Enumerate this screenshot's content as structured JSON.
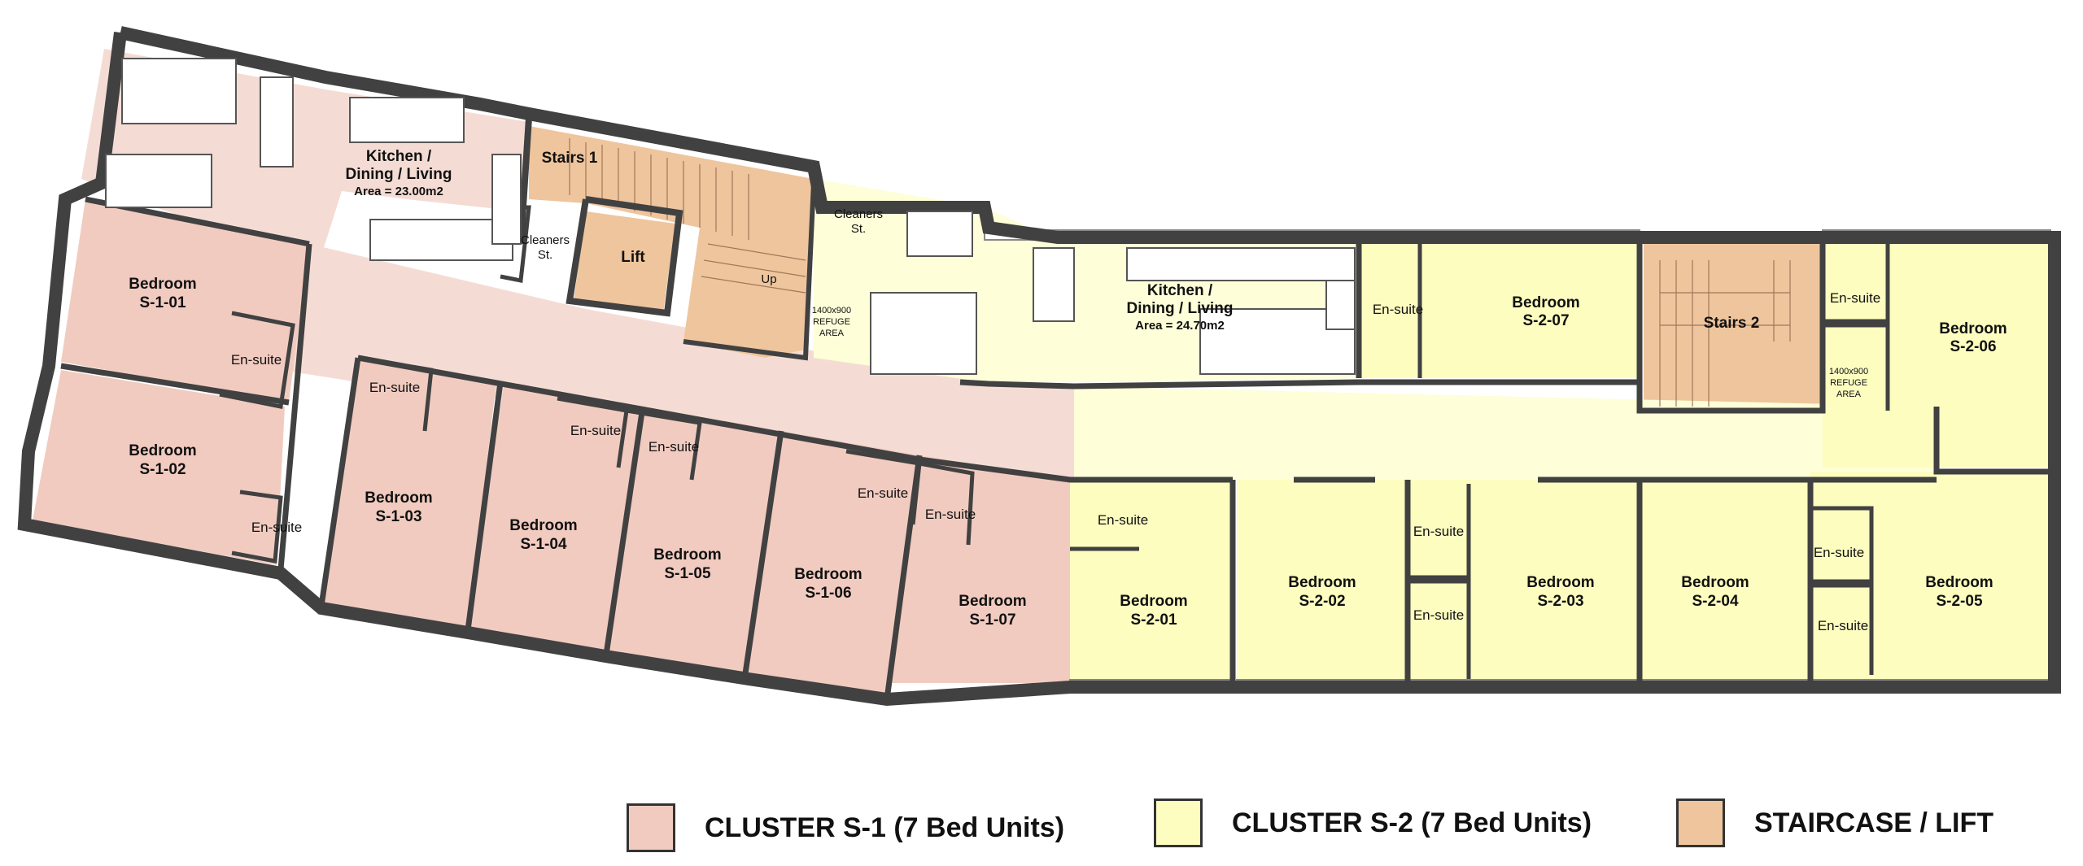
{
  "colors": {
    "cluster_s1": "#f1cbc0",
    "cluster_s2": "#fdfdc0",
    "staircase": "#efc59d",
    "wall": "#414141",
    "corridor_s1": "#f4dcd5",
    "corridor_s2": "#fefed8"
  },
  "rooms": {
    "kitchen_s1": {
      "name": "Kitchen /",
      "name2": "Dining / Living",
      "area": "Area = 23.00m2"
    },
    "stairs1": "Stairs 1",
    "lift": "Lift",
    "up": "Up",
    "cleaners_s1": {
      "l1": "Cleaners",
      "l2": "St."
    },
    "refuge1": {
      "l1": "1400x900",
      "l2": "REFUGE",
      "l3": "AREA"
    },
    "cleaners_s2": {
      "l1": "Cleaners",
      "l2": "St."
    },
    "kitchen_s2": {
      "name": "Kitchen /",
      "name2": "Dining / Living",
      "area": "Area = 24.70m2"
    },
    "stairs2": "Stairs 2",
    "refuge2": {
      "l1": "1400x900",
      "l2": "REFUGE",
      "l3": "AREA"
    },
    "bedroom_word": "Bedroom",
    "ensuite_word": "En-suite",
    "s1_01": "S-1-01",
    "s1_02": "S-1-02",
    "s1_03": "S-1-03",
    "s1_04": "S-1-04",
    "s1_05": "S-1-05",
    "s1_06": "S-1-06",
    "s1_07": "S-1-07",
    "s2_01": "S-2-01",
    "s2_02": "S-2-02",
    "s2_03": "S-2-03",
    "s2_04": "S-2-04",
    "s2_05": "S-2-05",
    "s2_06": "S-2-06",
    "s2_07": "S-2-07"
  },
  "legend": [
    {
      "label": "CLUSTER S-1  (7 Bed Units)",
      "color": "#f1cbc0"
    },
    {
      "label": "CLUSTER S-2 (7 Bed Units)",
      "color": "#fdfdc0"
    },
    {
      "label": "STAIRCASE / LIFT",
      "color": "#efc59d"
    }
  ]
}
